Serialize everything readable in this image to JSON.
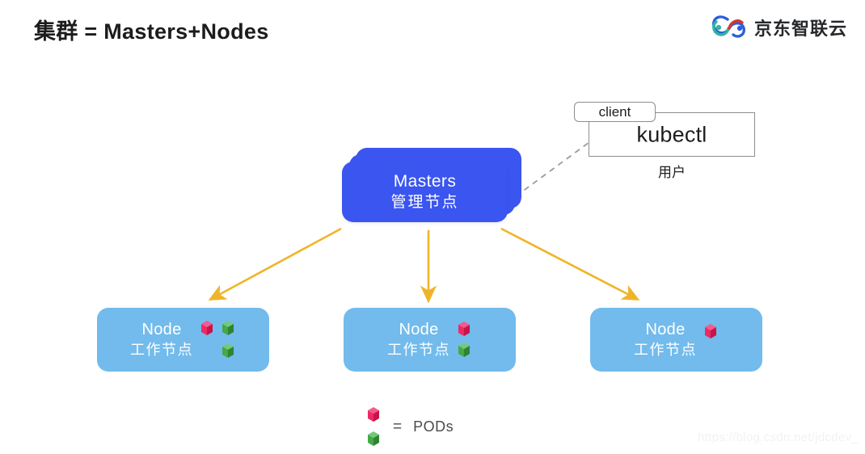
{
  "header": {
    "title": "集群 = Masters+Nodes",
    "brand_text": "京东智联云",
    "brand_logo_icon": "jd-cloud-loop-logo-icon"
  },
  "client_panel": {
    "badge_label": "client",
    "command_label": "kubectl",
    "caption": "用户",
    "connector_icon": "dashed-connector-line-icon"
  },
  "masters": {
    "line1": "Masters",
    "line2": "管理节点",
    "stack_count": 3,
    "color": "#3a55f0"
  },
  "nodes": [
    {
      "line1": "Node",
      "line2": "工作节点",
      "pods": [
        "pink",
        "green",
        "green"
      ],
      "color": "#72bbec"
    },
    {
      "line1": "Node",
      "line2": "工作节点",
      "pods": [
        "pink",
        "green"
      ],
      "color": "#72bbec"
    },
    {
      "line1": "Node",
      "line2": "工作节点",
      "pods": [
        "pink"
      ],
      "color": "#72bbec"
    }
  ],
  "arrows": {
    "color": "#f0b429",
    "count": 3,
    "icon": "arrow-down-icon"
  },
  "legend": {
    "equals": "=",
    "label": "PODs",
    "pink_cube_icon": "pink-cube-icon",
    "green_cube_icon": "green-cube-icon"
  },
  "watermark": {
    "text": "https://blog.csdn.net/jdcdev_"
  },
  "colors": {
    "pod_pink": "#ec2a63",
    "pod_green": "#45a948",
    "masters_blue": "#3a55f0",
    "node_blue": "#72bbec",
    "arrow_amber": "#f0b429"
  }
}
